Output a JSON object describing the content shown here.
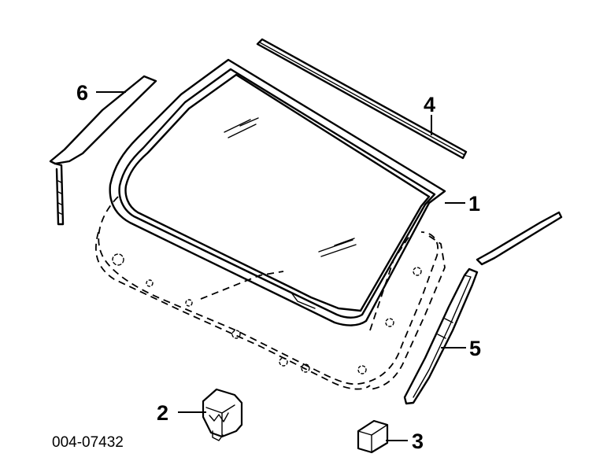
{
  "diagram": {
    "part_number": "004-07432",
    "callouts": [
      {
        "id": "1",
        "label": "1"
      },
      {
        "id": "2",
        "label": "2"
      },
      {
        "id": "3",
        "label": "3"
      },
      {
        "id": "4",
        "label": "4"
      },
      {
        "id": "5",
        "label": "5"
      },
      {
        "id": "6",
        "label": "6"
      }
    ]
  }
}
